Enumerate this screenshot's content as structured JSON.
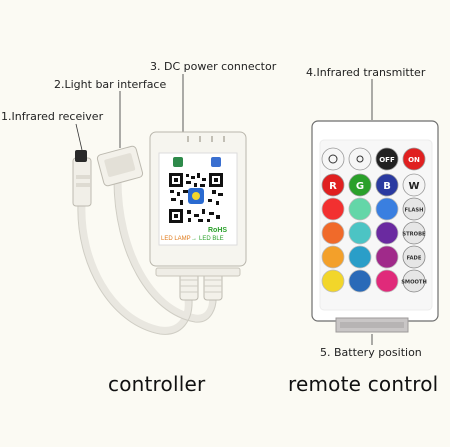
{
  "callouts": {
    "infrared_receiver": "1.Infrared receiver",
    "light_bar_interface": "2.Light bar interface",
    "dc_power_connector": "3. DC power connector",
    "infrared_transmitter": "4.Infrared transmitter",
    "battery_position": "5. Battery position"
  },
  "captions": {
    "controller": "controller",
    "remote": "remote control"
  },
  "controller_box": {
    "rohs": "RoHS",
    "lamp_text": "LED LAMP",
    "ble_text": "LED BLE"
  },
  "remote": {
    "top_row": [
      "",
      "",
      "OFF",
      "ON"
    ],
    "rgbw_row": [
      "R",
      "G",
      "B",
      "W"
    ],
    "side_buttons": [
      "FLASH",
      "STROBE",
      "FADE",
      "SMOOTH"
    ],
    "colors": {
      "off": "#222222",
      "on": "#e02020",
      "r": "#e02020",
      "g": "#2aa02a",
      "b": "#2a3aa0",
      "w": "#f4f4f4"
    },
    "palette": [
      [
        "#f23030",
        "#64d6a8",
        "#3a7fe0"
      ],
      [
        "#f06a2a",
        "#4cc4c4",
        "#6a2aa0"
      ],
      [
        "#f3a02a",
        "#2a9ec8",
        "#a02a8a"
      ],
      [
        "#f2d62a",
        "#2a6ab8",
        "#e02a7a"
      ]
    ]
  }
}
